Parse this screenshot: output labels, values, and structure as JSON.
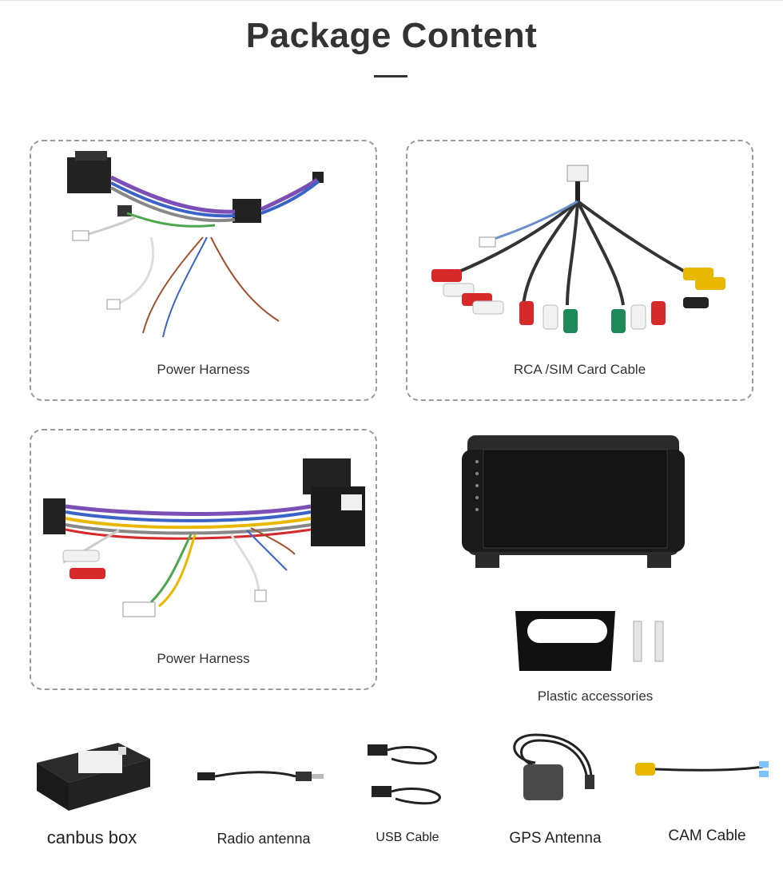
{
  "title": "Package Content",
  "panels": [
    {
      "caption": "Power Harness"
    },
    {
      "caption": "RCA /SIM Card Cable"
    },
    {
      "caption": "Power Harness"
    }
  ],
  "unit_caption": "Plastic accessories",
  "bottom_items": [
    {
      "caption": "canbus box"
    },
    {
      "caption": "Radio antenna"
    },
    {
      "caption": "USB Cable"
    },
    {
      "caption": "GPS Antenna"
    },
    {
      "caption": "CAM Cable"
    }
  ],
  "colors": {
    "title": "#333333",
    "panel_border": "#9a9a9a",
    "rca_red": "#d62a2a",
    "rca_white": "#f2f2f2",
    "rca_yellow": "#e8b800",
    "rca_green": "#1e8a5a"
  }
}
